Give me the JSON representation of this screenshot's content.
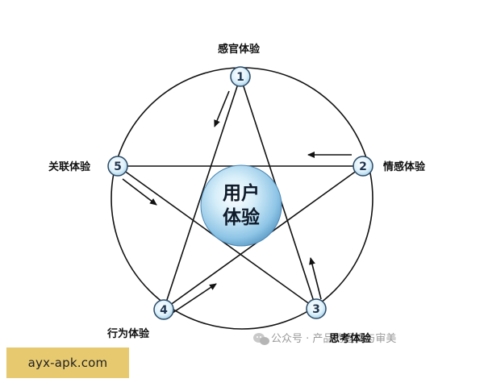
{
  "center": {
    "line1": "用户",
    "line2": "体验"
  },
  "nodes": [
    {
      "num": "1",
      "label": "感官体验"
    },
    {
      "num": "2",
      "label": "情感体验"
    },
    {
      "num": "3",
      "label": "思考体验"
    },
    {
      "num": "4",
      "label": "行为体验"
    },
    {
      "num": "5",
      "label": "关联体验"
    }
  ],
  "watermark": "公众号 · 产品的逻辑与审美",
  "badge": "ayx-apk.com",
  "colors": {
    "line": "#111111",
    "node_fill": "#dff2fb",
    "node_stroke": "#2c4a66",
    "badge": "#e7c96f"
  }
}
